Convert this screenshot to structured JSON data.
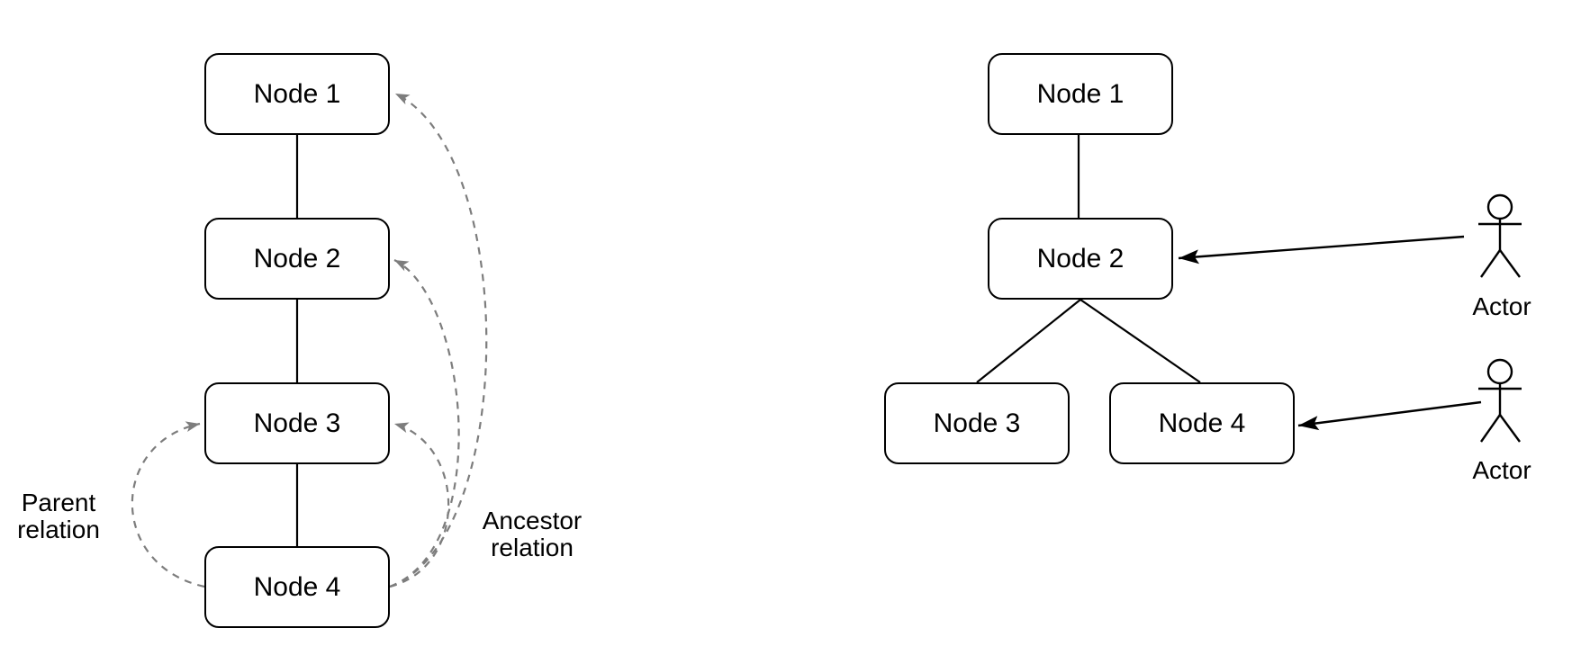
{
  "colors": {
    "node_fill": "#ffffff",
    "node_border": "#000000",
    "text": "#000000",
    "relation_dash": "#7d7d7d",
    "solid_edge": "#000000"
  },
  "left_diagram": {
    "nodes": [
      {
        "label": "Node 1"
      },
      {
        "label": "Node 2"
      },
      {
        "label": "Node 3"
      },
      {
        "label": "Node 4"
      }
    ],
    "parent_label_line1": "Parent",
    "parent_label_line2": "relation",
    "ancestor_label_line1": "Ancestor",
    "ancestor_label_line2": "relation"
  },
  "right_diagram": {
    "nodes": [
      {
        "label": "Node 1"
      },
      {
        "label": "Node 2"
      },
      {
        "label": "Node 3"
      },
      {
        "label": "Node 4"
      }
    ],
    "actors": [
      {
        "label": "Actor"
      },
      {
        "label": "Actor"
      }
    ]
  }
}
